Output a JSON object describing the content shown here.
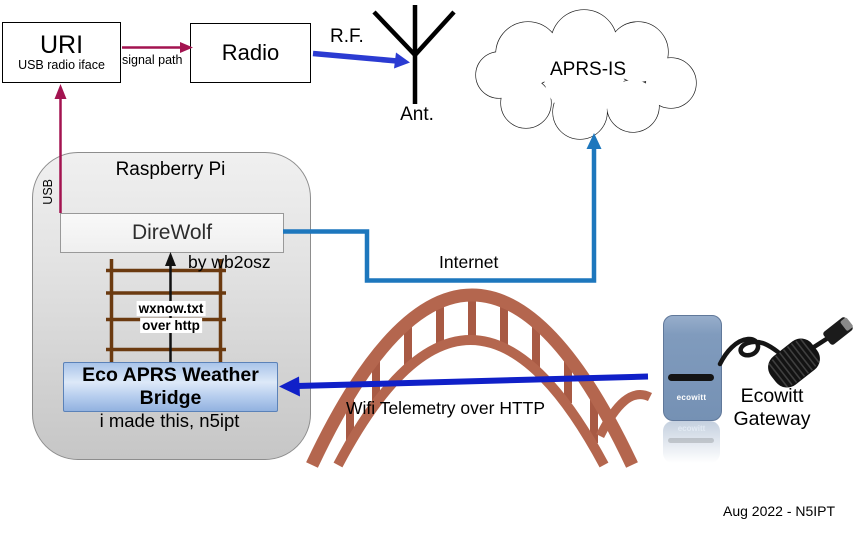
{
  "nodes": {
    "uri": {
      "title": "URI",
      "subtitle": "USB radio iface"
    },
    "radio": {
      "label": "Radio"
    },
    "antenna": {
      "label": "Ant."
    },
    "aprs_is": {
      "label": "APRS-IS"
    },
    "raspberry_pi": {
      "label": "Raspberry Pi"
    },
    "direwolf": {
      "label": "DireWolf",
      "credit": "by wb2osz"
    },
    "eco_bridge": {
      "line1": "Eco APRS Weather",
      "line2": "Bridge",
      "credit": "i made this, n5ipt"
    },
    "ecowitt": {
      "device_label": "ecowitt",
      "caption_line1": "Ecowitt",
      "caption_line2": "Gateway"
    }
  },
  "edges": {
    "signal_path": {
      "label": "signal path"
    },
    "rf": {
      "label": "R.F."
    },
    "usb": {
      "label": "USB"
    },
    "internet": {
      "label": "Internet"
    },
    "wxnow": {
      "line1": "wxnow.txt",
      "line2": "over http"
    },
    "wifi": {
      "label": "Wifi Telemetry over HTTP"
    }
  },
  "footer": {
    "attribution": "Aug 2022 - N5IPT"
  },
  "colors": {
    "signal_arrow": "#a31350",
    "rf_arrow": "#2b3bd2",
    "internet_line": "#1d77bd",
    "wifi_arrow": "#1020c8",
    "ladder": "#6b3a10",
    "bridge": "#b4664e",
    "eco_box_border": "#5b82b8",
    "device_body": "#7f9abc"
  }
}
